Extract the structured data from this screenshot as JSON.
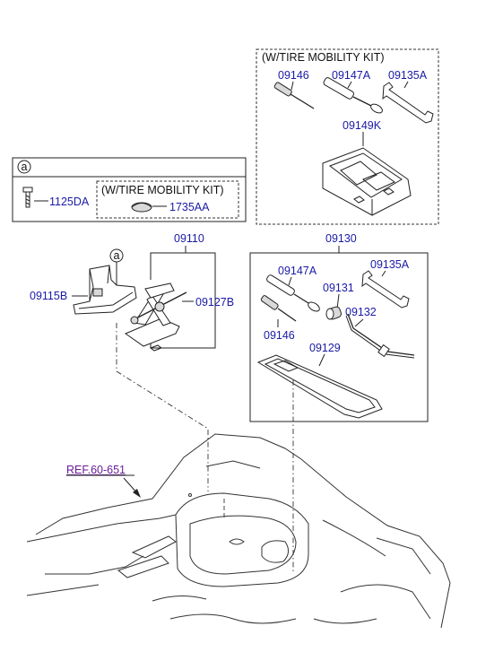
{
  "colors": {
    "part_number": "#1a1aa6",
    "reference": "#6a1b9a",
    "line": "#222222"
  },
  "kit_box_top": {
    "title": "(W/TIRE MOBILITY KIT)",
    "parts": [
      "09146",
      "09147A",
      "09135A",
      "09149K"
    ]
  },
  "legend": {
    "marker": "a",
    "part": "1125DA",
    "sub_title": "(W/TIRE MOBILITY KIT)",
    "sub_part": "1735AA"
  },
  "jack_group": {
    "group_number": "09110",
    "marker": "a",
    "holder": "09115B",
    "jack": "09127B"
  },
  "tool_group": {
    "group_number": "09130",
    "parts": [
      "09147A",
      "09135A",
      "09131",
      "09146",
      "09132",
      "09129"
    ]
  },
  "reference": {
    "label": "REF.60-651"
  }
}
